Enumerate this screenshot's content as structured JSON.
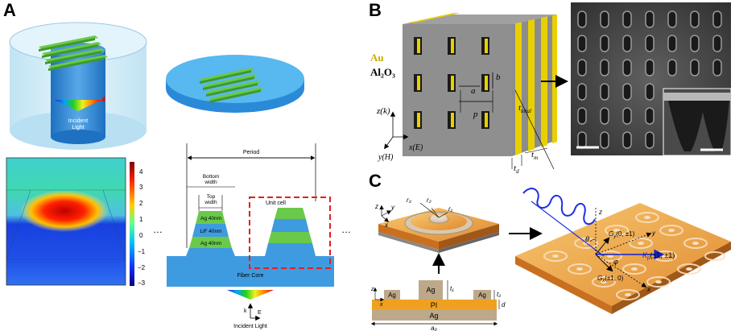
{
  "panels": {
    "a": {
      "letter": "A",
      "incident_light_1": "Incident",
      "incident_light_2": "Light",
      "colorbar_ticks": [
        "4",
        "3",
        "2",
        "1",
        "0",
        "−1",
        "−2",
        "−3"
      ],
      "ellipsis": "…",
      "period_label": "Period",
      "bottom_width_1": "Bottom",
      "bottom_width_2": "width",
      "top_width_1": "Top",
      "top_width_2": "width",
      "layer_top": "Ag 40nm",
      "layer_mid": "LiF 40nm",
      "layer_bot": "Ag 40nm",
      "unit_cell": "Unit cell",
      "fiber_core": "Fiber Core",
      "k_label": "k",
      "e_label": "E",
      "incident_light": "Incident Light"
    },
    "b": {
      "letter": "B",
      "au": "Au",
      "al2o3": "Al₂O₃",
      "zk": "z(k)",
      "xe": "x(E)",
      "yh": "y(H)",
      "a": "a",
      "b": "b",
      "p": "p",
      "t_total": "t",
      "t_total_sub": "total",
      "t_d": "t",
      "t_d_sub": "d",
      "t_m": "t",
      "t_m_sub": "m"
    },
    "c": {
      "letter": "C",
      "r1": "r₁",
      "r2": "r₂",
      "r3": "r₃",
      "z": "z",
      "y": "y",
      "x": "x",
      "ag_center": "Ag",
      "ag_left": "Ag",
      "ag_right": "Ag",
      "pi": "PI",
      "ag_base": "Ag",
      "t1": "t₁",
      "t2": "t₂",
      "d": "d",
      "a0": "a₀",
      "theta": "θ",
      "phi": "φ",
      "gy": "G",
      "gy_sub": "y",
      "gy_val": "(0, ±1)",
      "gx": "G",
      "gx_sub": "x",
      "gx_val": "(±1, 0)",
      "kp": "K",
      "kp_sub": "p",
      "kp_val": "(±1, ±1)"
    }
  },
  "colors": {
    "fiber_blue": "#3f9be0",
    "grating_green": "#6ac94a",
    "gold": "#e8d000",
    "gray_block": "#8c8c8c",
    "unit_cell_red": "#e02020",
    "orange_pi": "#f0a020",
    "ag_tan": "#bda98a"
  }
}
